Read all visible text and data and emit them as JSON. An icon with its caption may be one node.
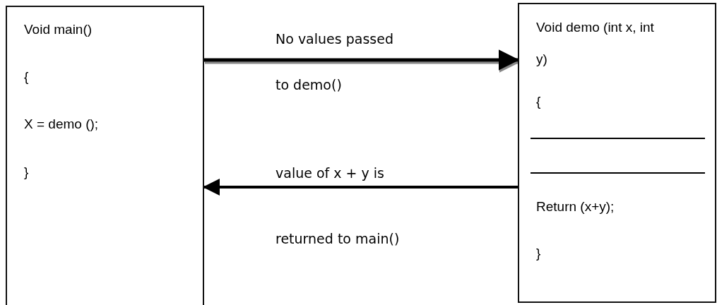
{
  "diagram": {
    "nodes": [
      {
        "text": [
          "Void main()",
          "{",
          "X = demo ();",
          "}"
        ]
      },
      {
        "text": [
          "Void demo (int x, int y)",
          "{",
          "Return (x+y);",
          "}"
        ]
      }
    ],
    "edges": [
      {
        "from": 0,
        "to": 1,
        "arrow": "to",
        "label": "No values passed to demo()"
      },
      {
        "from": 1,
        "to": 0,
        "arrow": "to",
        "label": "value of x + y is returned to main()"
      }
    ]
  }
}
